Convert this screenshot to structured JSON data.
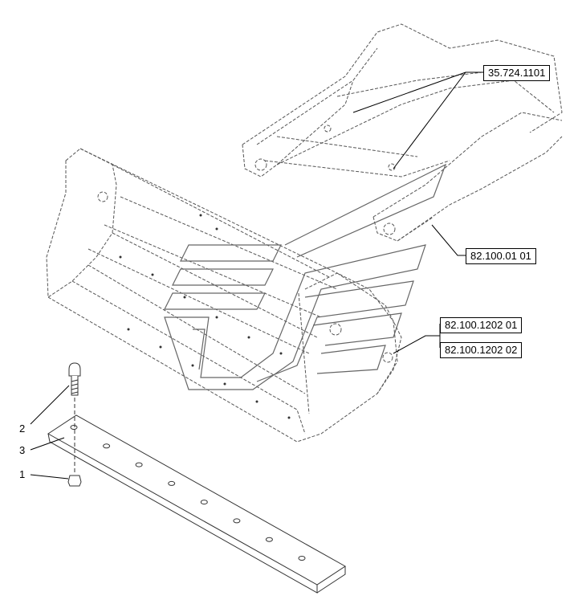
{
  "references": {
    "boom": "35.724.1101",
    "bucket": "82.100.01 01",
    "pin_a": "82.100.1202 01",
    "pin_b": "82.100.1202 02"
  },
  "callouts": {
    "nut": "1",
    "bolt": "2",
    "cutting_edge": "3"
  },
  "cutting_edge_holes": 8
}
